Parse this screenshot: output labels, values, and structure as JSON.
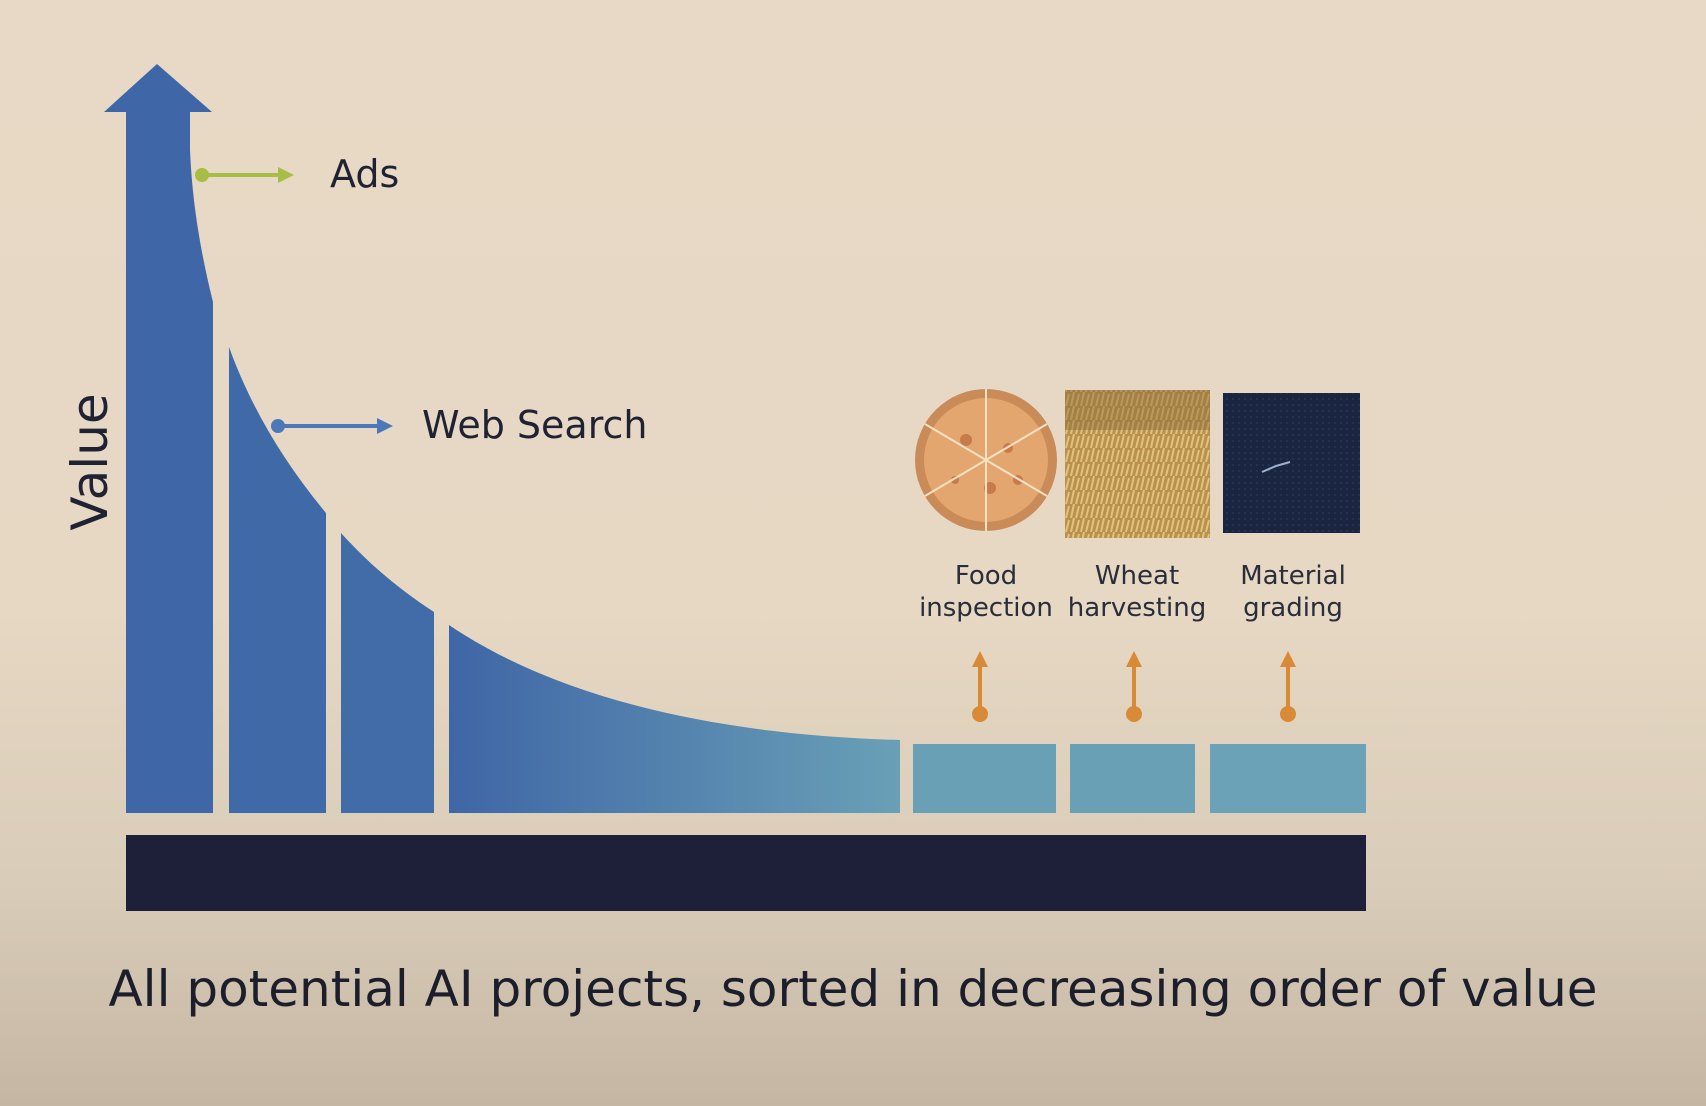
{
  "axis": {
    "y_label": "Value"
  },
  "annotations": {
    "ads": "Ads",
    "web_search": "Web Search"
  },
  "projects": [
    {
      "line1": "Food",
      "line2": "inspection",
      "image": "pizza-image"
    },
    {
      "line1": "Wheat",
      "line2": "harvesting",
      "image": "wheat-field-image"
    },
    {
      "line1": "Material",
      "line2": "grading",
      "image": "dark-fabric-image"
    }
  ],
  "caption": "All potential AI projects, sorted in decreasing order of value",
  "colors": {
    "bar_dark": "#3f66a6",
    "bar_light": "#69a0b6",
    "base_bar": "#1d2038",
    "ads_arrow": "#a7bd45",
    "web_arrow": "#4a78b8",
    "up_arrow": "#d98a36",
    "text": "#1f2233"
  }
}
